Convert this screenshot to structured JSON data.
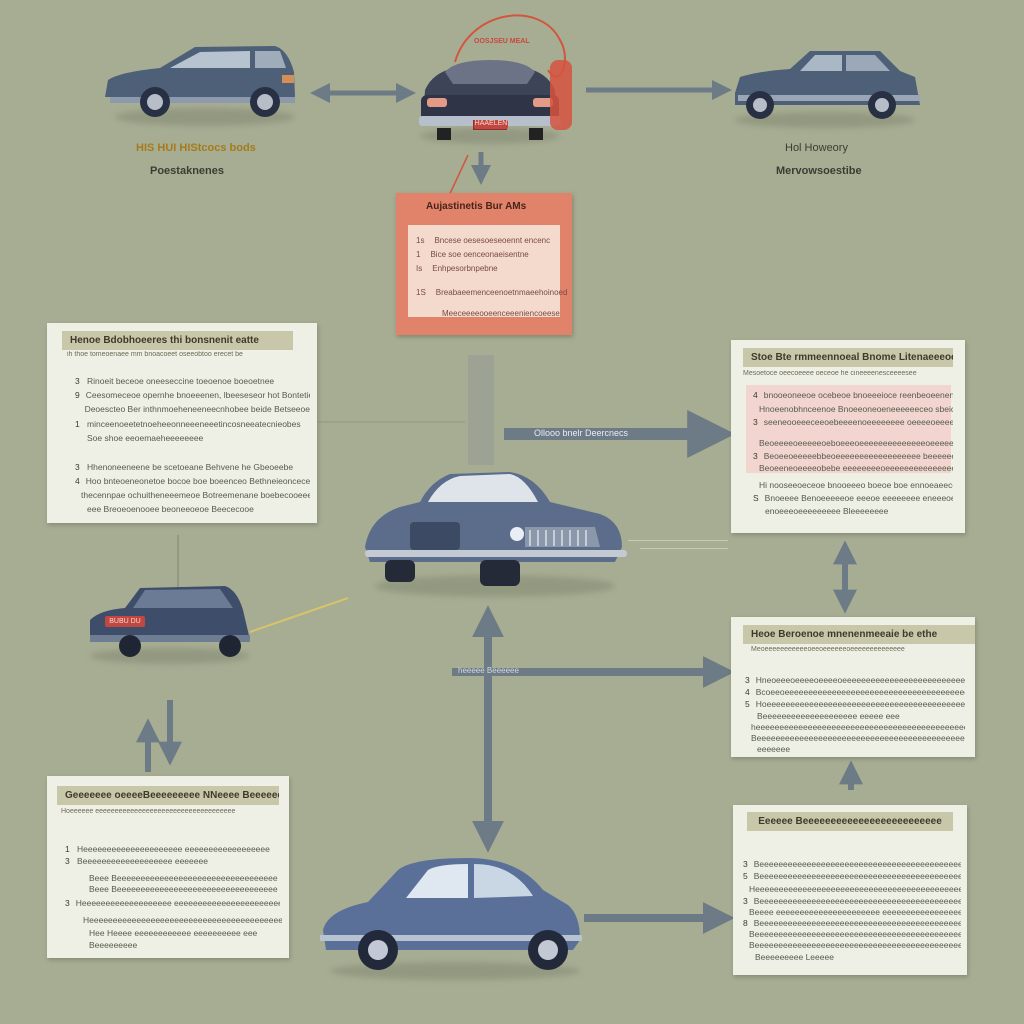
{
  "top_cars": {
    "left_label": "HIS HUI HIStcocs bods",
    "left_sublabel": "Poestaknenes",
    "right_label": "Hol Howeory",
    "right_sublabel": "Mervowsoestibe"
  },
  "top_center_plate": "HAAELEN",
  "top_tag": "OOSJSEU MEAL",
  "red_card": {
    "title": "Aujastinetis Bur AMs",
    "rows": [
      {
        "n": "1s",
        "text": "Bncese oesesoeseoennt encenc"
      },
      {
        "n": "1",
        "text": "Bice soe oenceonaeisentne"
      },
      {
        "n": "Is",
        "text": "Enhpesorbnpebne"
      },
      {
        "n": "1S",
        "text": "Breabaeemenceenoetnmaeehoinoed"
      },
      {
        "n": "",
        "text": "Meeceeeeooeenceeeniencoeese"
      }
    ]
  },
  "left_card": {
    "title": "Henoe Bdobhoeeres thi bonsnenit eatte",
    "subtitle": "ih thoe tomeoenaee mm bnoacoeet oseeobtoo erecet be",
    "rows": [
      {
        "n": "3",
        "text": "Rinoeit beceoe oneeseccine toeoenoe boeoetnee"
      },
      {
        "n": "9",
        "text": "Ceesomeceoe opernhe bnoeeenen, lbeeseseor hot Bontetie"
      },
      {
        "n": "",
        "text": "Deoescteo Ber inthnmoeheneeneecnhobee beide Betseeoe"
      },
      {
        "n": "1",
        "text": "minceenoeetetnoeheeonneeeneeetincosneeatecnieobes"
      },
      {
        "n": "",
        "text": "Soe shoe eeoemaeheeeeeeee"
      },
      {
        "n": "3",
        "text": "Hhenoneeneene be scetoeane Behvene he Gbeoeebe"
      },
      {
        "n": "4",
        "text": "Hoo bnteoeneonetoe bocoe boe boeenceo Bethneieoncecee"
      },
      {
        "n": "",
        "text": "thecennpae ochuitheneeemeoe Botreemenane boebecooeee"
      },
      {
        "n": "",
        "text": "eee Breoeoenooee beoneeoeoe Beececooe"
      }
    ]
  },
  "right_card_1": {
    "title": "Stoe Bte rmmeennoeal Bnome Litenaeeeoe",
    "subtitle": "Mesoetoce oeecoeeee oeceoe he cineeeenesceeeesee",
    "rows": [
      {
        "n": "4",
        "text": "bnooeoneeoe ocebeoe bnoeeeioce reenbeoeenen bonece"
      },
      {
        "n": "",
        "text": "Hnoeenobhnceenoe Bnoeeoneoeneeeeeeceo sbeicee"
      },
      {
        "n": "3",
        "text": "seeneooeeeceeoebeeeenoeeeeeeee oeeeeoeeeeee"
      },
      {
        "n": "",
        "text": "Beoeeeeoeeeeeoeboeeeoeeeeeeeeeeeeeeoeeeeeeee"
      },
      {
        "n": "3",
        "text": "Beoeeoeeeeebbeoeeeeeeeeeeeeeeeeee beeeeeeee"
      },
      {
        "n": "",
        "text": "Beoeeneoeeeeobebe eeeeeeeeoeeeeeeeeeeeeeeeeeeee"
      },
      {
        "n": "",
        "text": "Hi nooseeoeceoe bnooeeeo boeoe boe ennoeaeeceeeoe"
      },
      {
        "n": "S",
        "text": "Bnoeeee Benoeeeeeoe eeeoe eeeeeeee eneeeoeeeeeoe"
      },
      {
        "n": "",
        "text": "enoeeeoeeeeeeeee Bleeeeeeee"
      }
    ]
  },
  "right_card_2": {
    "title": "Heoe Beroenoe mnenenmeeaie be ethe",
    "subtitle": "Meoeeeeeeeeeeeoeeoeeeeeeoeeeeeeeeeeeeee",
    "rows": [
      {
        "n": "3",
        "text": "Hneoeeeoeeeeoeeeeoeeeeeeeeeeeeeeeeeeeeeeeeeeeeeee"
      },
      {
        "n": "4",
        "text": "Bcoeeoeeeeeeeeeeeeeeeeeeeeeeeeeeeeeeeeeeeeeeeeee"
      },
      {
        "n": "5",
        "text": "Hoeeeeeeeeeeeeeeeeeeeeeeeeeeeeeeeeeeeeeeeeeeeeee"
      },
      {
        "n": "",
        "text": "Beeeeeeeeeeeeeeeeeeee eeeee eee"
      },
      {
        "n": "",
        "text": "heeeeeeeeeeeeeeeeeeeeeeeeeeeeeeeeeeeeeeeeeeeeeeee"
      },
      {
        "n": "",
        "text": "Beeeeeeeeeeeeeeeeeeeeeeeeeeeeeeeeeeeeeeeeeeeeeee"
      },
      {
        "n": "",
        "text": "eeeeeee"
      }
    ]
  },
  "bottom_left_card": {
    "title": "Geeeeeee oeeeeBeeeeeeeee NNeeee Beeeeee",
    "subtitle": "Hoeeeeee eeeeeeeeeeeeeeeeeeeeeeeeeeeeeeeeeeee",
    "rows": [
      {
        "n": "1",
        "text": "Heeeeeeeeeeeeeeeeeeeee eeeeeeeeeeeeeeeeee"
      },
      {
        "n": "3",
        "text": "Beeeeeeeeeeeeeeeeeee eeeeeee"
      },
      {
        "n": "",
        "text": "Beee Beeeeeeeeeeeeeeeeeeeeeeeeeeeeeeeeee"
      },
      {
        "n": "",
        "text": "Beee Beeeeeeeeeeeeeeeeeeeeeeeeeeeeeeeeee"
      },
      {
        "n": "3",
        "text": "Heeeeeeeeeeeeeeeeeee eeeeeeeeeeeeeeeeeeeeeeeee"
      },
      {
        "n": "",
        "text": "Heeeeeeeeeeeeeeeeeeeeeeeeeeeeeeeeeeeeeeeeeeeeeee"
      },
      {
        "n": "",
        "text": "Hee Heeee eeeeeeeeeeee eeeeeeeeee eee"
      },
      {
        "n": "",
        "text": "Beeeeeeeee"
      }
    ]
  },
  "bottom_right_card": {
    "title": "Eeeeee Beeeeeeeeeeeeeeeeeeeeeeeee",
    "rows": [
      {
        "n": "3",
        "text": "Beeeeeeeeeeeeeeeeeeeeeeeeeeeeeeeeeeeeeeeeeeeee"
      },
      {
        "n": "5",
        "text": "Beeeeeeeeeeeeeeeeeeeeeeeeeeeeeeeeeeeeeeeeeeee"
      },
      {
        "n": "",
        "text": "Heeeeeeeeeeeeeeeeeeeeeeeeeeeeeeeeeeeeeeeeeeeee"
      },
      {
        "n": "3",
        "text": "Beeeeeeeeeeeeeeeeeeeeeeeeeeeeeeeeeeeeeeeeeeee"
      },
      {
        "n": "",
        "text": "Beeee eeeeeeeeeeeeeeeeeeeeee eeeeeeeeeeeeeeeeee"
      },
      {
        "n": "8",
        "text": "Beeeeeeeeeeeeeeeeeeeeeeeeeeeeeeeeeeeeeeeeeeeeeeeeee"
      },
      {
        "n": "",
        "text": "Beeeeeeeeeeeeeeeeeeeeeeeeeeeeeeeeeeeeeeeeeeeeeee"
      },
      {
        "n": "",
        "text": "Beeeeeeeeeeeeeeeeeeeeeeeeeeeeeeeeeeeeeeeeeeeeeeeee"
      },
      {
        "n": "",
        "text": "Beeeeeeeee Leeeee"
      }
    ]
  },
  "center_arrow_label": "Ollooo bnelr Deercnecs",
  "middle_arrow_label": "heeeee Beeeeee",
  "left_car_plate": "BUBU DU",
  "colors": {
    "background": "#a7ad93",
    "arrow": "#6d7b86",
    "car_blue": "#4e5f78",
    "card_header": "#c9c7aa",
    "red_card": "#e1826b"
  }
}
